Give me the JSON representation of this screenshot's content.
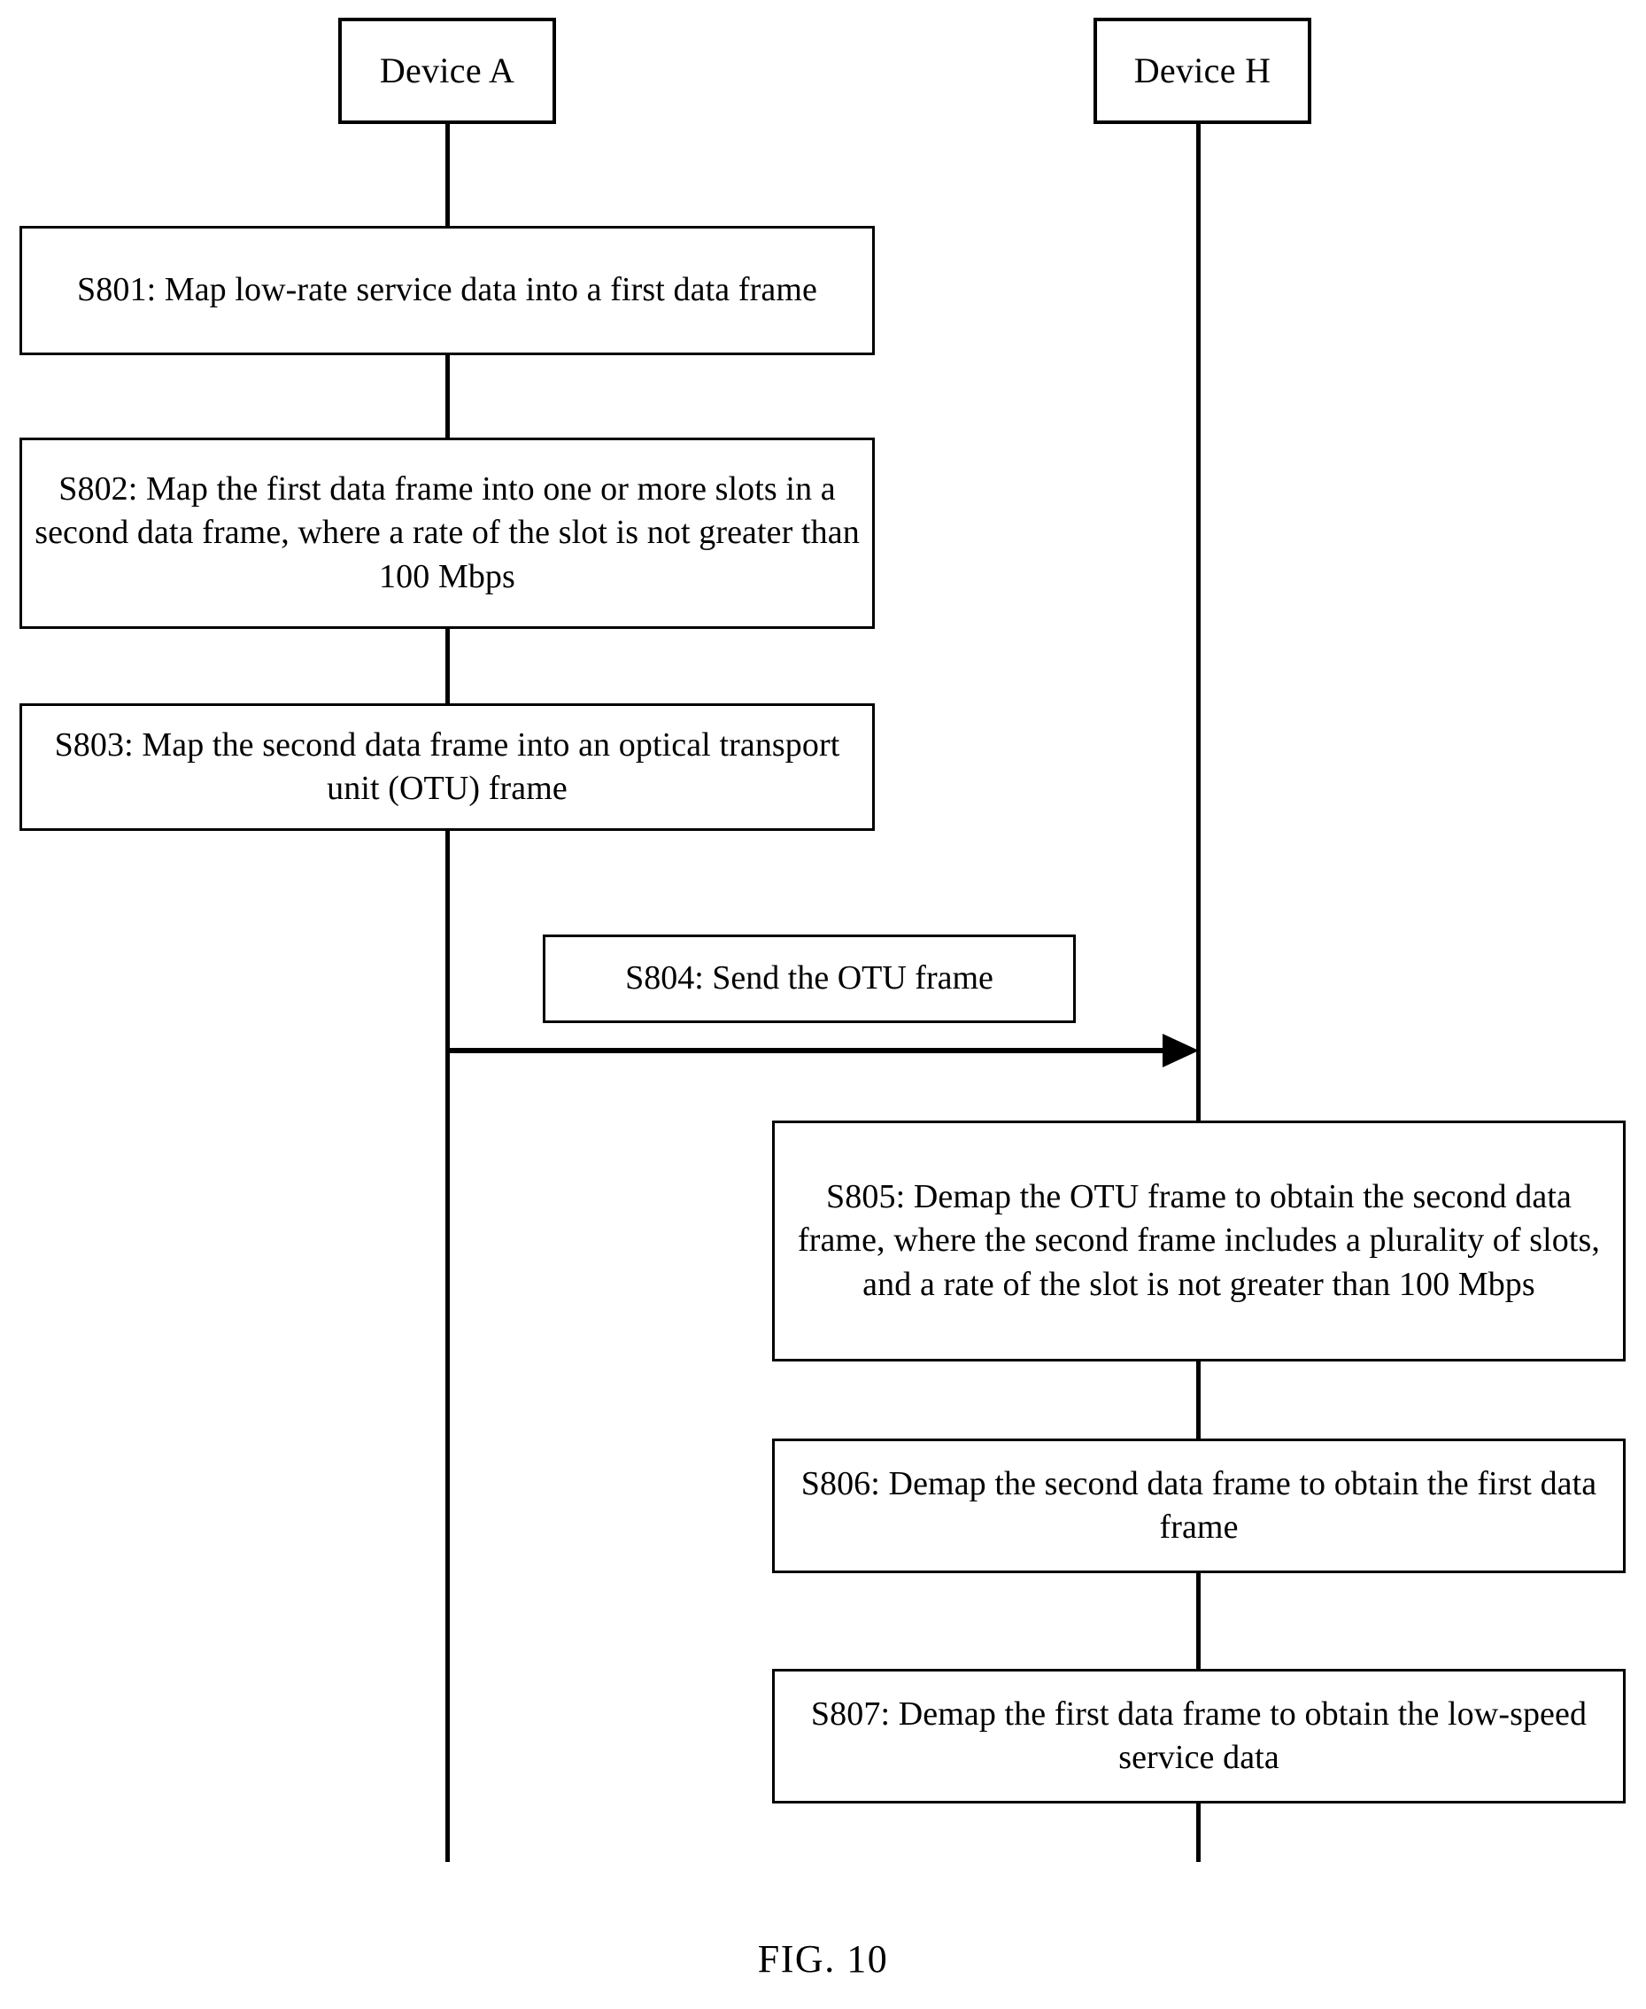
{
  "figure": {
    "caption": "FIG. 10"
  },
  "actors": [
    {
      "id": "device-a",
      "label": "Device A"
    },
    {
      "id": "device-h",
      "label": "Device H"
    }
  ],
  "steps": [
    {
      "id": "s801",
      "actor": "device-a",
      "label": "S801: Map low-rate service data into a first data frame"
    },
    {
      "id": "s802",
      "actor": "device-a",
      "label": "S802: Map the first data frame into one or more slots in a second data frame, where a rate of the slot is not greater than 100 Mbps"
    },
    {
      "id": "s803",
      "actor": "device-a",
      "label": "S803: Map the second data frame into an optical transport unit (OTU) frame"
    },
    {
      "id": "s805",
      "actor": "device-h",
      "label": "S805: Demap the OTU frame to obtain the second data frame, where the second frame includes a plurality of slots, and a rate of the slot is not greater than 100 Mbps"
    },
    {
      "id": "s806",
      "actor": "device-h",
      "label": "S806: Demap the second data frame to obtain the first data frame"
    },
    {
      "id": "s807",
      "actor": "device-h",
      "label": "S807: Demap the first data frame to obtain the low-speed service data"
    }
  ],
  "messages": [
    {
      "id": "s804",
      "from": "device-a",
      "to": "device-h",
      "label": "S804: Send the OTU frame"
    }
  ],
  "colors": {
    "stroke": "#000000",
    "background": "#ffffff",
    "text": "#000000"
  }
}
